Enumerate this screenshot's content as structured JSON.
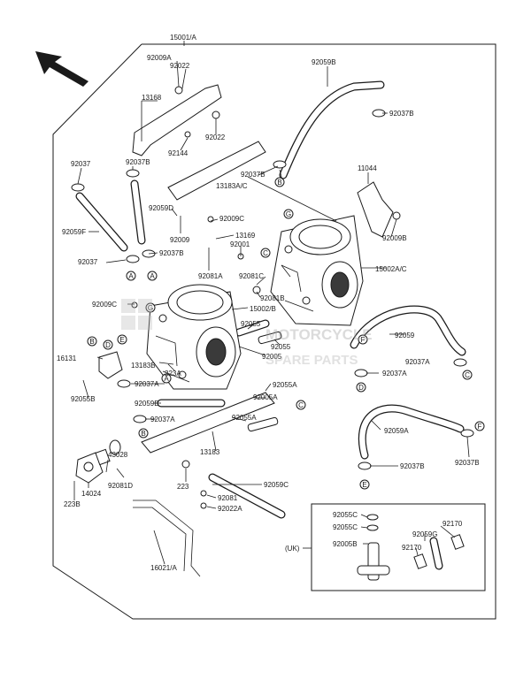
{
  "diagram": {
    "labels": {
      "l15001A": "15001/A",
      "l92009A": "92009A",
      "l92022": "92022",
      "l13168": "13168",
      "l92022b": "92022",
      "l92144": "92144",
      "l92037B_a": "92037B",
      "l92037": "92037",
      "l92059F": "92059F",
      "l92059D": "92059D",
      "l92009": "92009",
      "l92037B_b": "92037B",
      "l92037b": "92037",
      "l92059B": "92059B",
      "l92037B_c": "92037B",
      "l11044": "11044",
      "l92037B_d": "92037B",
      "l13183AC": "13183A/C",
      "l92009C": "92009C",
      "l13169": "13169",
      "l92001": "92001",
      "l92009B": "92009B",
      "l92081A": "92081A",
      "l92081C": "92081C",
      "l15002AC": "15002A/C",
      "l92081B": "92081B",
      "l92009C_b": "92009C",
      "l15002B": "15002/B",
      "l92055": "92055",
      "l92055b": "92055",
      "l92005": "92005",
      "l92059": "92059",
      "l16131": "16131",
      "l13183B": "13183B",
      "l223A": "223A",
      "l92037A_a": "92037A",
      "l92037A_b": "92037A",
      "l92037A_c": "92037A",
      "l92055B": "92055B",
      "l92059E": "92059E",
      "l92055A": "92055A",
      "l92005A": "92005A",
      "l92055A_b": "92055A",
      "l92037A_d": "92037A",
      "l92059A": "92059A",
      "l13183": "13183",
      "l43028": "43028",
      "l92081D": "92081D",
      "l14024": "14024",
      "l223B": "223B",
      "l223": "223",
      "l92037B_e": "92037B",
      "l92037B_f": "92037B",
      "l92059C": "92059C",
      "l92081": "92081",
      "l92022A": "92022A",
      "l16021A": "16021/A",
      "l92055C_a": "92055C",
      "l92055C_b": "92055C",
      "l92005B": "92005B",
      "l92170a": "92170",
      "l92059G": "92059G",
      "l92170b": "92170",
      "lUK": "(UK)"
    },
    "markers": {
      "A": "A",
      "B": "B",
      "C": "C",
      "D": "D",
      "E": "E",
      "F": "F",
      "G": "G"
    },
    "watermark": {
      "brand": "MOTORCYCLE",
      "sub": "SPARE PARTS"
    }
  }
}
